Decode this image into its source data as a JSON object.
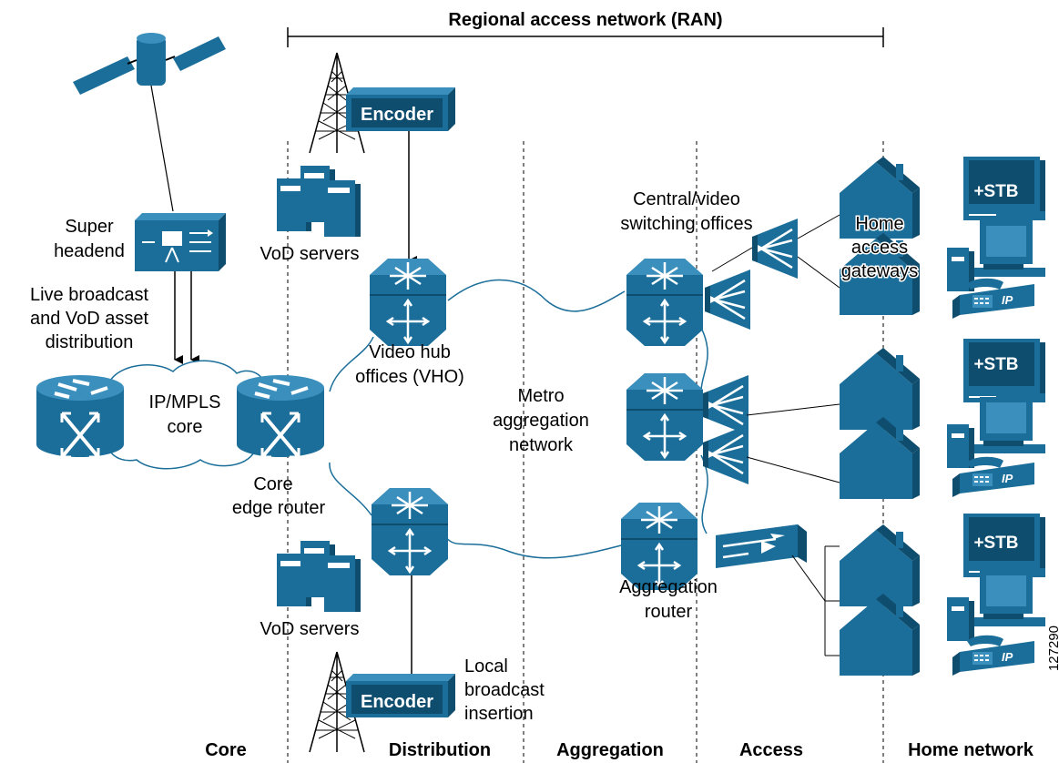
{
  "ran_title": "Regional access network (RAN)",
  "zones": {
    "core": "Core",
    "distribution": "Distribution",
    "aggregation": "Aggregation",
    "access": "Access",
    "home": "Home network"
  },
  "labels": {
    "super_headend_1": "Super",
    "super_headend_2": "headend",
    "live_1": "Live broadcast",
    "live_2": "and VoD asset",
    "live_3": "distribution",
    "ipmpls_1": "IP/MPLS",
    "ipmpls_2": "core",
    "core_edge_1": "Core",
    "core_edge_2": "edge router",
    "vod_top": "VoD servers",
    "vod_bottom": "VoD servers",
    "vho_1": "Video hub",
    "vho_2": "offices (VHO)",
    "metro_1": "Metro",
    "metro_2": "aggregation",
    "metro_3": "network",
    "central_1": "Central/video",
    "central_2": "switching offices",
    "home_gw_1": "Home",
    "home_gw_2": "access",
    "home_gw_3": "gateways",
    "agg_router_1": "Aggregation",
    "agg_router_2": "router",
    "local_1": "Local",
    "local_2": "broadcast",
    "local_3": "insertion",
    "encoder_top": "Encoder",
    "encoder_bottom": "Encoder",
    "stb_1": "+STB",
    "stb_2": "+STB",
    "stb_3": "+STB",
    "ip_1": "IP",
    "ip_2": "IP",
    "ip_3": "IP",
    "figure_id": "127290"
  },
  "colors": {
    "device": "#1a6e99",
    "device_dark": "#0f4d6e",
    "device_light": "#3b8fbd",
    "line": "#000000"
  }
}
